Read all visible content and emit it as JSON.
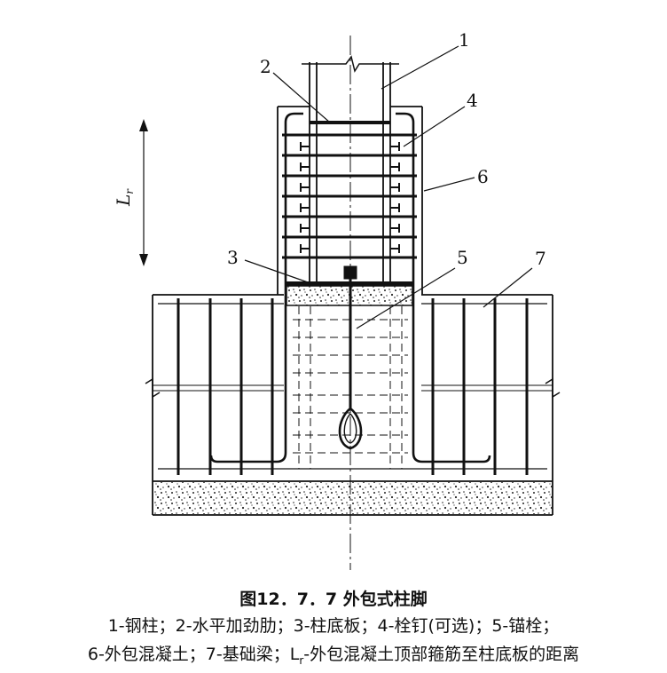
{
  "figure": {
    "labels": {
      "n1": "1",
      "n2": "2",
      "n3": "3",
      "n4": "4",
      "n5": "5",
      "n6": "6",
      "n7": "7",
      "lr_main": "L",
      "lr_sub": "r"
    }
  },
  "caption": {
    "title": "图12．7．7 外包式柱脚",
    "line1": "1-钢柱；2-水平加劲肋；3-柱底板；4-栓钉(可选)；5-锚栓；",
    "line2_pre": "6-外包混凝土；7-基础梁；L",
    "line2_sub": "r",
    "line2_post": "-外包混凝土顶部箍筋至柱底板的距离"
  }
}
